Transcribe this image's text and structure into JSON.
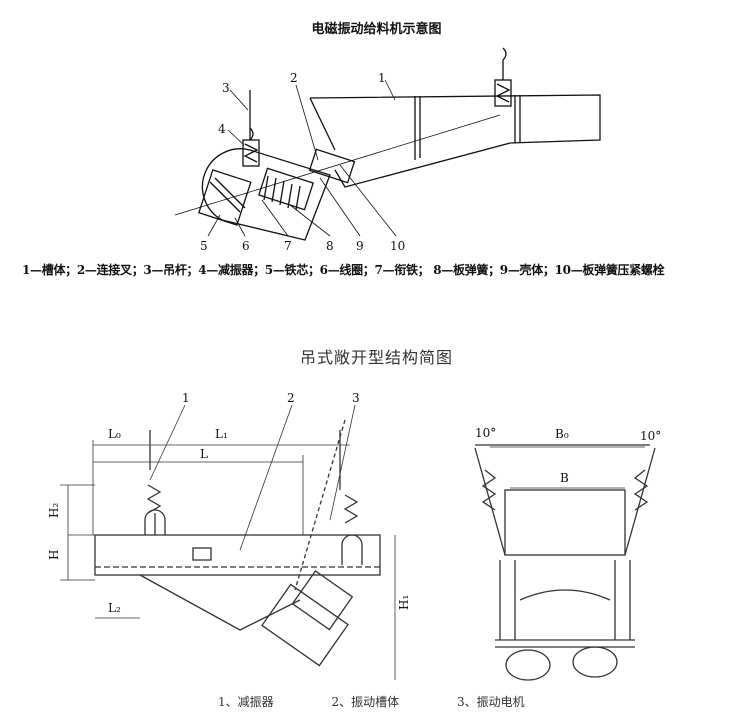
{
  "diagram1": {
    "title": "电磁振动给料机示意图",
    "callouts": [
      "1",
      "2",
      "3",
      "4",
      "5",
      "6",
      "7",
      "8",
      "9",
      "10"
    ],
    "legend": "1—槽体；2—连接叉；3—吊杆；4—减振器；5—铁芯；6—线圈；7—衔铁； 8—板弹簧；9—壳体；10—板弹簧压紧螺栓"
  },
  "diagram2": {
    "title": "吊式敞开型结构简图",
    "callouts": [
      "1",
      "2",
      "3"
    ],
    "dimensions": {
      "L0": "L₀",
      "L1": "L₁",
      "L": "L",
      "H2": "H₂",
      "H": "H",
      "L2": "L₂",
      "H1": "H₁",
      "angle_left": "10°",
      "angle_right": "10°",
      "B0": "B₀",
      "B": "B"
    },
    "legend": [
      "1、减振器",
      "2、振动槽体",
      "3、振动电机"
    ]
  }
}
